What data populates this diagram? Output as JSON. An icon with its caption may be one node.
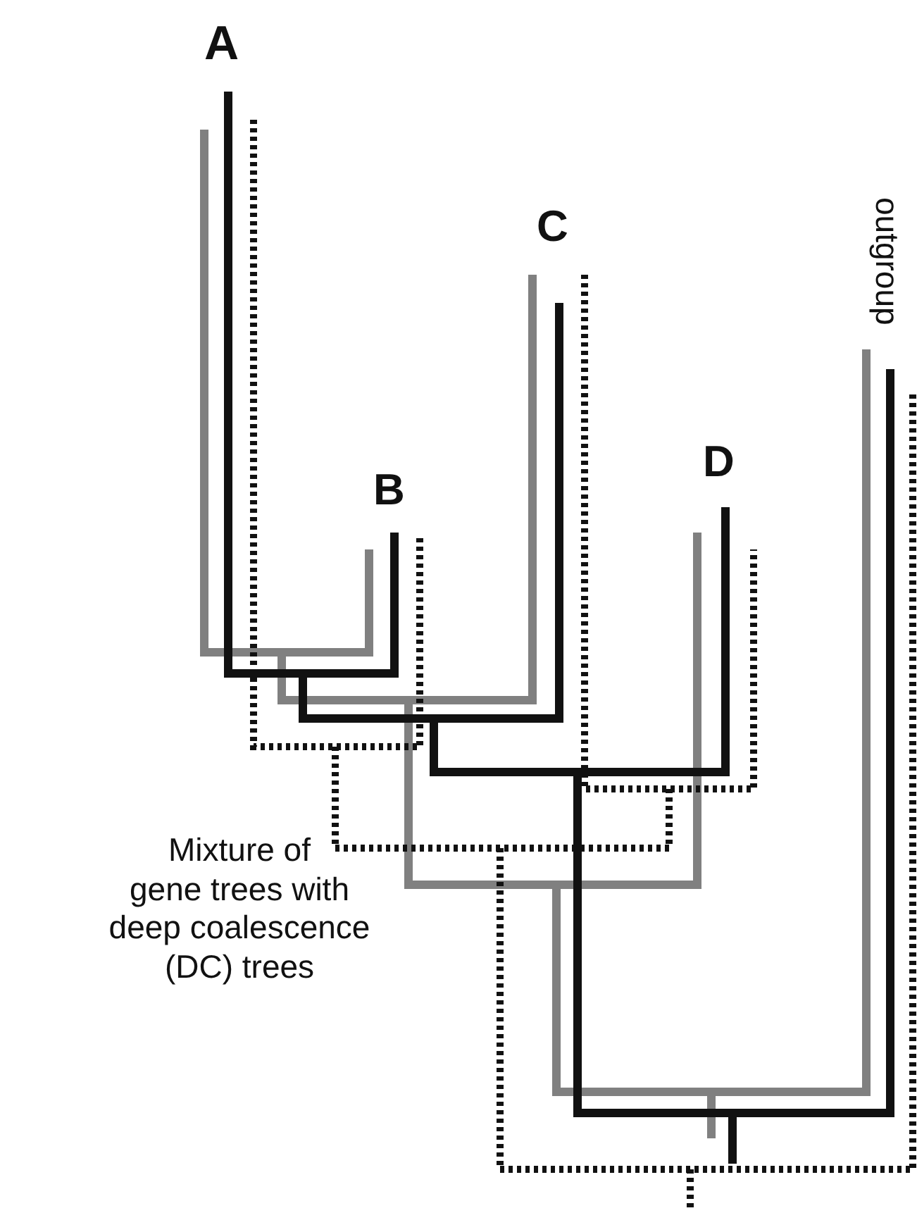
{
  "diagram": {
    "labels": [
      "A",
      "B",
      "C",
      "D",
      "outgroup",
      "Mixture of gene trees with deep coalescence (DC) trees"
    ]
  }
}
